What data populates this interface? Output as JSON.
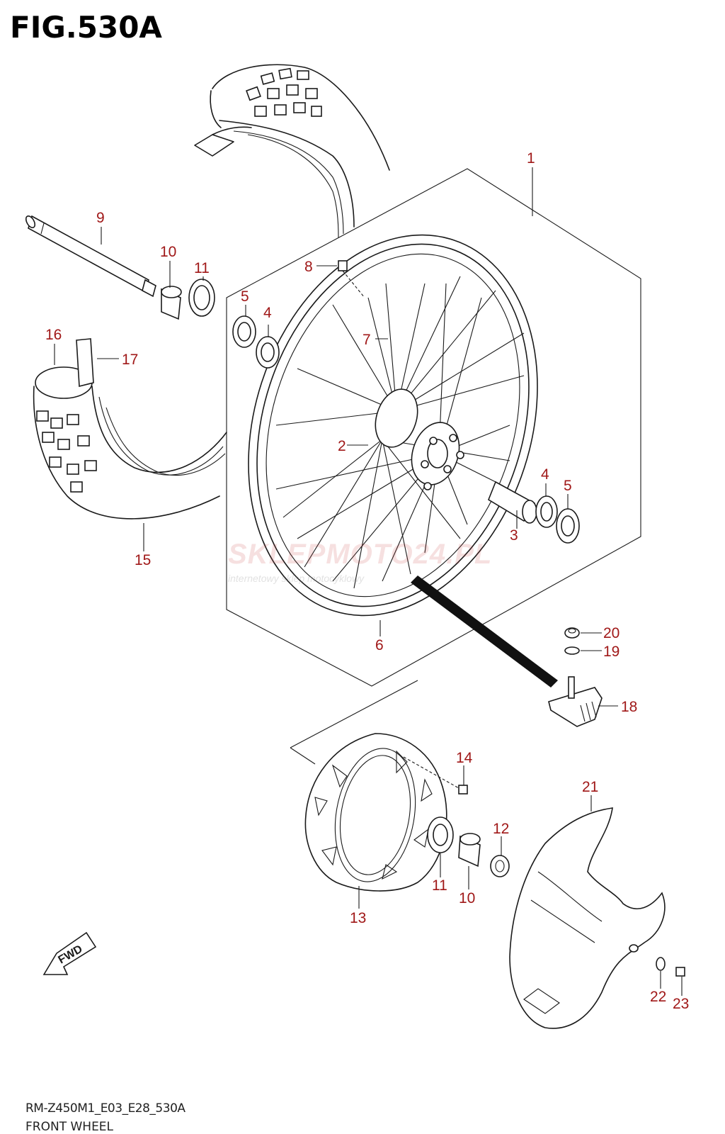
{
  "figure": {
    "title": "FIG.530A",
    "model_code": "RM-Z450M1_E03_E28_530A",
    "section_name": "FRONT WHEEL"
  },
  "watermark": {
    "brand": "SKLEPMOTO24.PL",
    "tagline": "internetowy sklep motocyklowy"
  },
  "direction_badge": "FWD",
  "callouts": {
    "c1": "1",
    "c2": "2",
    "c3": "3",
    "c4a": "4",
    "c4b": "4",
    "c5a": "5",
    "c5b": "5",
    "c6": "6",
    "c7": "7",
    "c8": "8",
    "c9": "9",
    "c10a": "10",
    "c10b": "10",
    "c11a": "11",
    "c11b": "11",
    "c12": "12",
    "c13": "13",
    "c14": "14",
    "c15": "15",
    "c16": "16",
    "c17": "17",
    "c18": "18",
    "c19": "19",
    "c20": "20",
    "c21": "21",
    "c22": "22",
    "c23": "23"
  },
  "colors": {
    "callout_text": "#a01818",
    "line_art": "#1a1a1a"
  }
}
